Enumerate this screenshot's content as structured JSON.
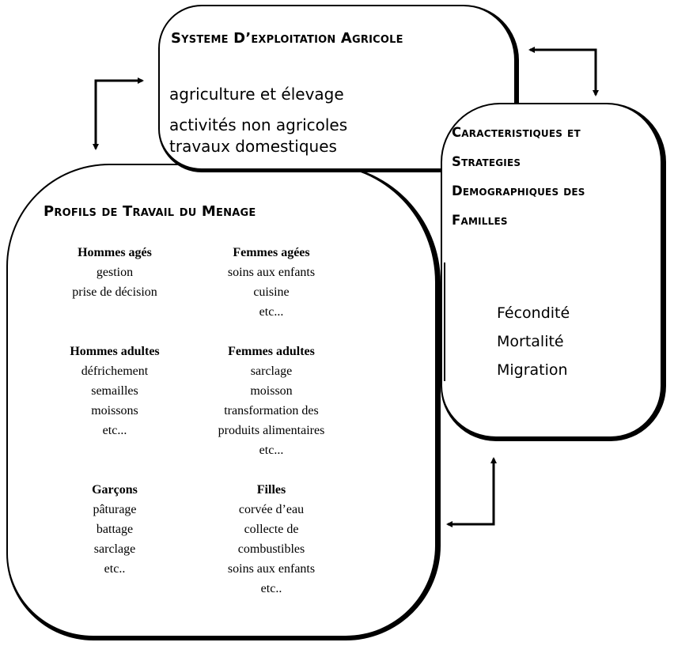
{
  "farm_system": {
    "title": "Systeme  D’exploitation Agricole",
    "items": [
      "agriculture et élevage",
      "activités non agricoles",
      "travaux domestiques"
    ]
  },
  "demographics": {
    "title_lines": [
      "Caracteristiques et",
      "Strategies",
      "Demographiques des",
      "Familles"
    ],
    "items": [
      "Fécondité",
      "Mortalité",
      "Migration"
    ]
  },
  "household_profiles": {
    "title": "Profils de Travail du Menage",
    "groups": [
      {
        "title": "Hommes agés",
        "tasks": [
          "gestion",
          "prise de décision"
        ]
      },
      {
        "title": "Femmes agées",
        "tasks": [
          "soins aux enfants",
          "cuisine",
          "etc..."
        ]
      },
      {
        "title": "Hommes adultes",
        "tasks": [
          "défrichement",
          "semailles",
          "moissons",
          "etc..."
        ]
      },
      {
        "title": "Femmes adultes",
        "tasks": [
          "sarclage",
          "moisson",
          "transformation des",
          "produits alimentaires",
          "etc..."
        ]
      },
      {
        "title": "Garçons",
        "tasks": [
          "pâturage",
          "battage",
          "sarclage",
          "etc.."
        ]
      },
      {
        "title": "Filles",
        "tasks": [
          "corvée d’eau",
          "collecte de",
          "combustibles",
          "soins aux enfants",
          "etc.."
        ]
      }
    ]
  },
  "arrows": [
    {
      "name": "profiles-to-farm",
      "from": "household_profiles",
      "to": "farm_system",
      "bidirectional": true
    },
    {
      "name": "farm-to-demographics",
      "from": "farm_system",
      "to": "demographics",
      "bidirectional": true
    },
    {
      "name": "demographics-to-profiles",
      "from": "demographics",
      "to": "household_profiles",
      "bidirectional": true
    }
  ]
}
